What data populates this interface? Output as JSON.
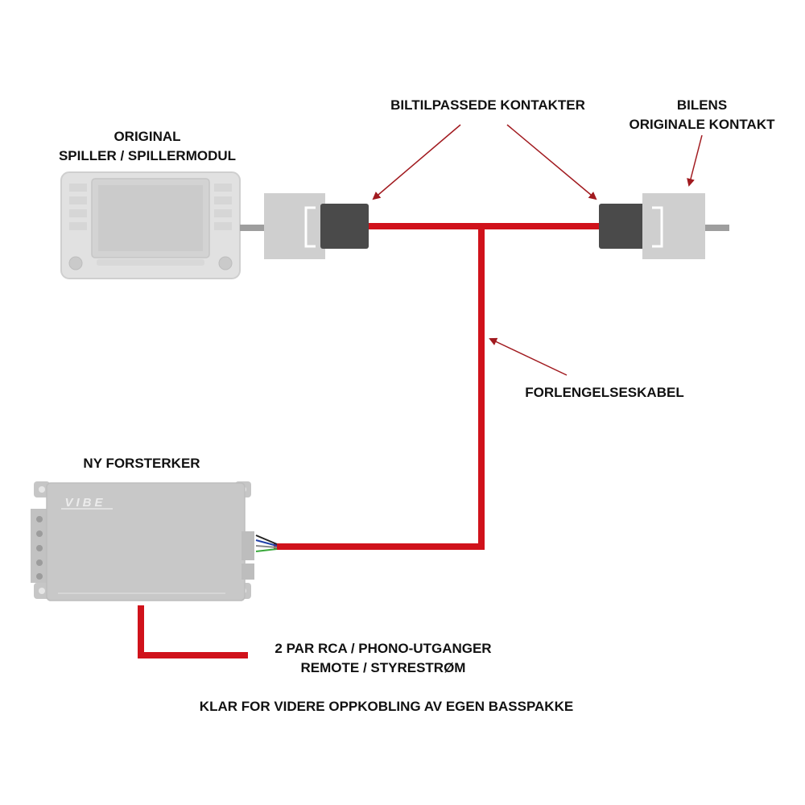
{
  "labels": {
    "original_player_line1": "ORIGINAL",
    "original_player_line2": "SPILLER / SPILLERMODUL",
    "car_connectors": "BILTILPASSEDE KONTAKTER",
    "car_original_line1": "BILENS",
    "car_original_line2": "ORIGINALE KONTAKT",
    "extension_cable": "FORLENGELSESKABEL",
    "new_amplifier": "NY FORSTERKER",
    "outputs_line1": "2 PAR RCA / PHONO-UTGANGER",
    "outputs_line2": "REMOTE / STYRESTRØM",
    "footer": "KLAR FOR VIDERE OPPKOBLING AV EGEN BASSPAKKE"
  },
  "amp_brand": "VIBE",
  "colors": {
    "cable": "#d0121b",
    "arrow": "#a11a1f",
    "connector_dark": "#4a4a4a",
    "connector_light": "#cfcfcf",
    "device_gray": "#c4c4c4"
  }
}
